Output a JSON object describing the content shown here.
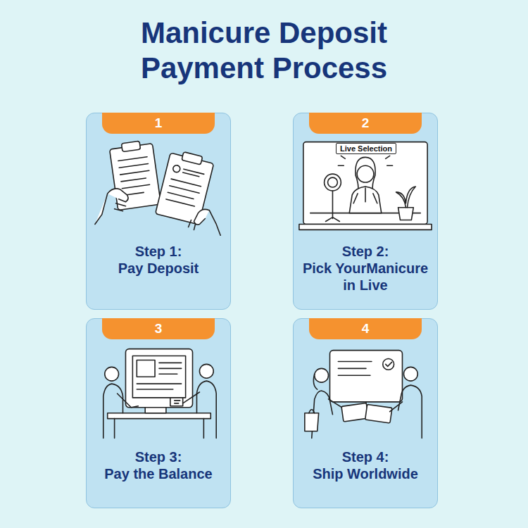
{
  "diagram": {
    "title": "Manicure Deposit Payment Process",
    "nodes": [
      {
        "text": [
          "1",
          "Step 1:",
          "Pay Deposit"
        ]
      },
      {
        "text": [
          "2",
          "Step 2:",
          "Pick YourManicure in Live"
        ]
      },
      {
        "text": [
          "3",
          "Step 3:",
          "Pay the Balance"
        ]
      },
      {
        "text": [
          "4",
          "Step 4:",
          "Ship Worldwide"
        ]
      }
    ],
    "labels": [
      "Live Selection"
    ]
  }
}
